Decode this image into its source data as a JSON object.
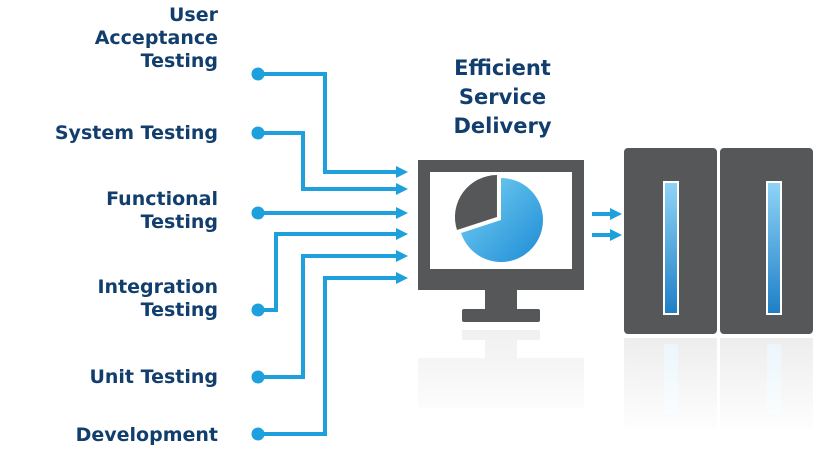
{
  "title_lines": [
    "Efficient",
    "Service",
    "Delivery"
  ],
  "inputs": [
    {
      "lines": [
        "User",
        "Acceptance",
        "Testing"
      ]
    },
    {
      "lines": [
        "System Testing"
      ]
    },
    {
      "lines": [
        "Functional",
        "Testing"
      ]
    },
    {
      "lines": [
        "Integration",
        "Testing"
      ]
    },
    {
      "lines": [
        "Unit Testing"
      ]
    },
    {
      "lines": [
        "Development"
      ]
    }
  ],
  "pie_chart": {
    "segments": [
      {
        "share": 0.7
      },
      {
        "share": 0.3
      }
    ]
  },
  "colors": {
    "label_text": "#123e6e",
    "connector": "#1ea0dc",
    "device_body": "#555759",
    "screen": "#ffffff",
    "server_stripe": "#3aa8e4"
  },
  "icons": [
    "monitor-icon",
    "pie-chart-icon",
    "server-rack-icon"
  ]
}
